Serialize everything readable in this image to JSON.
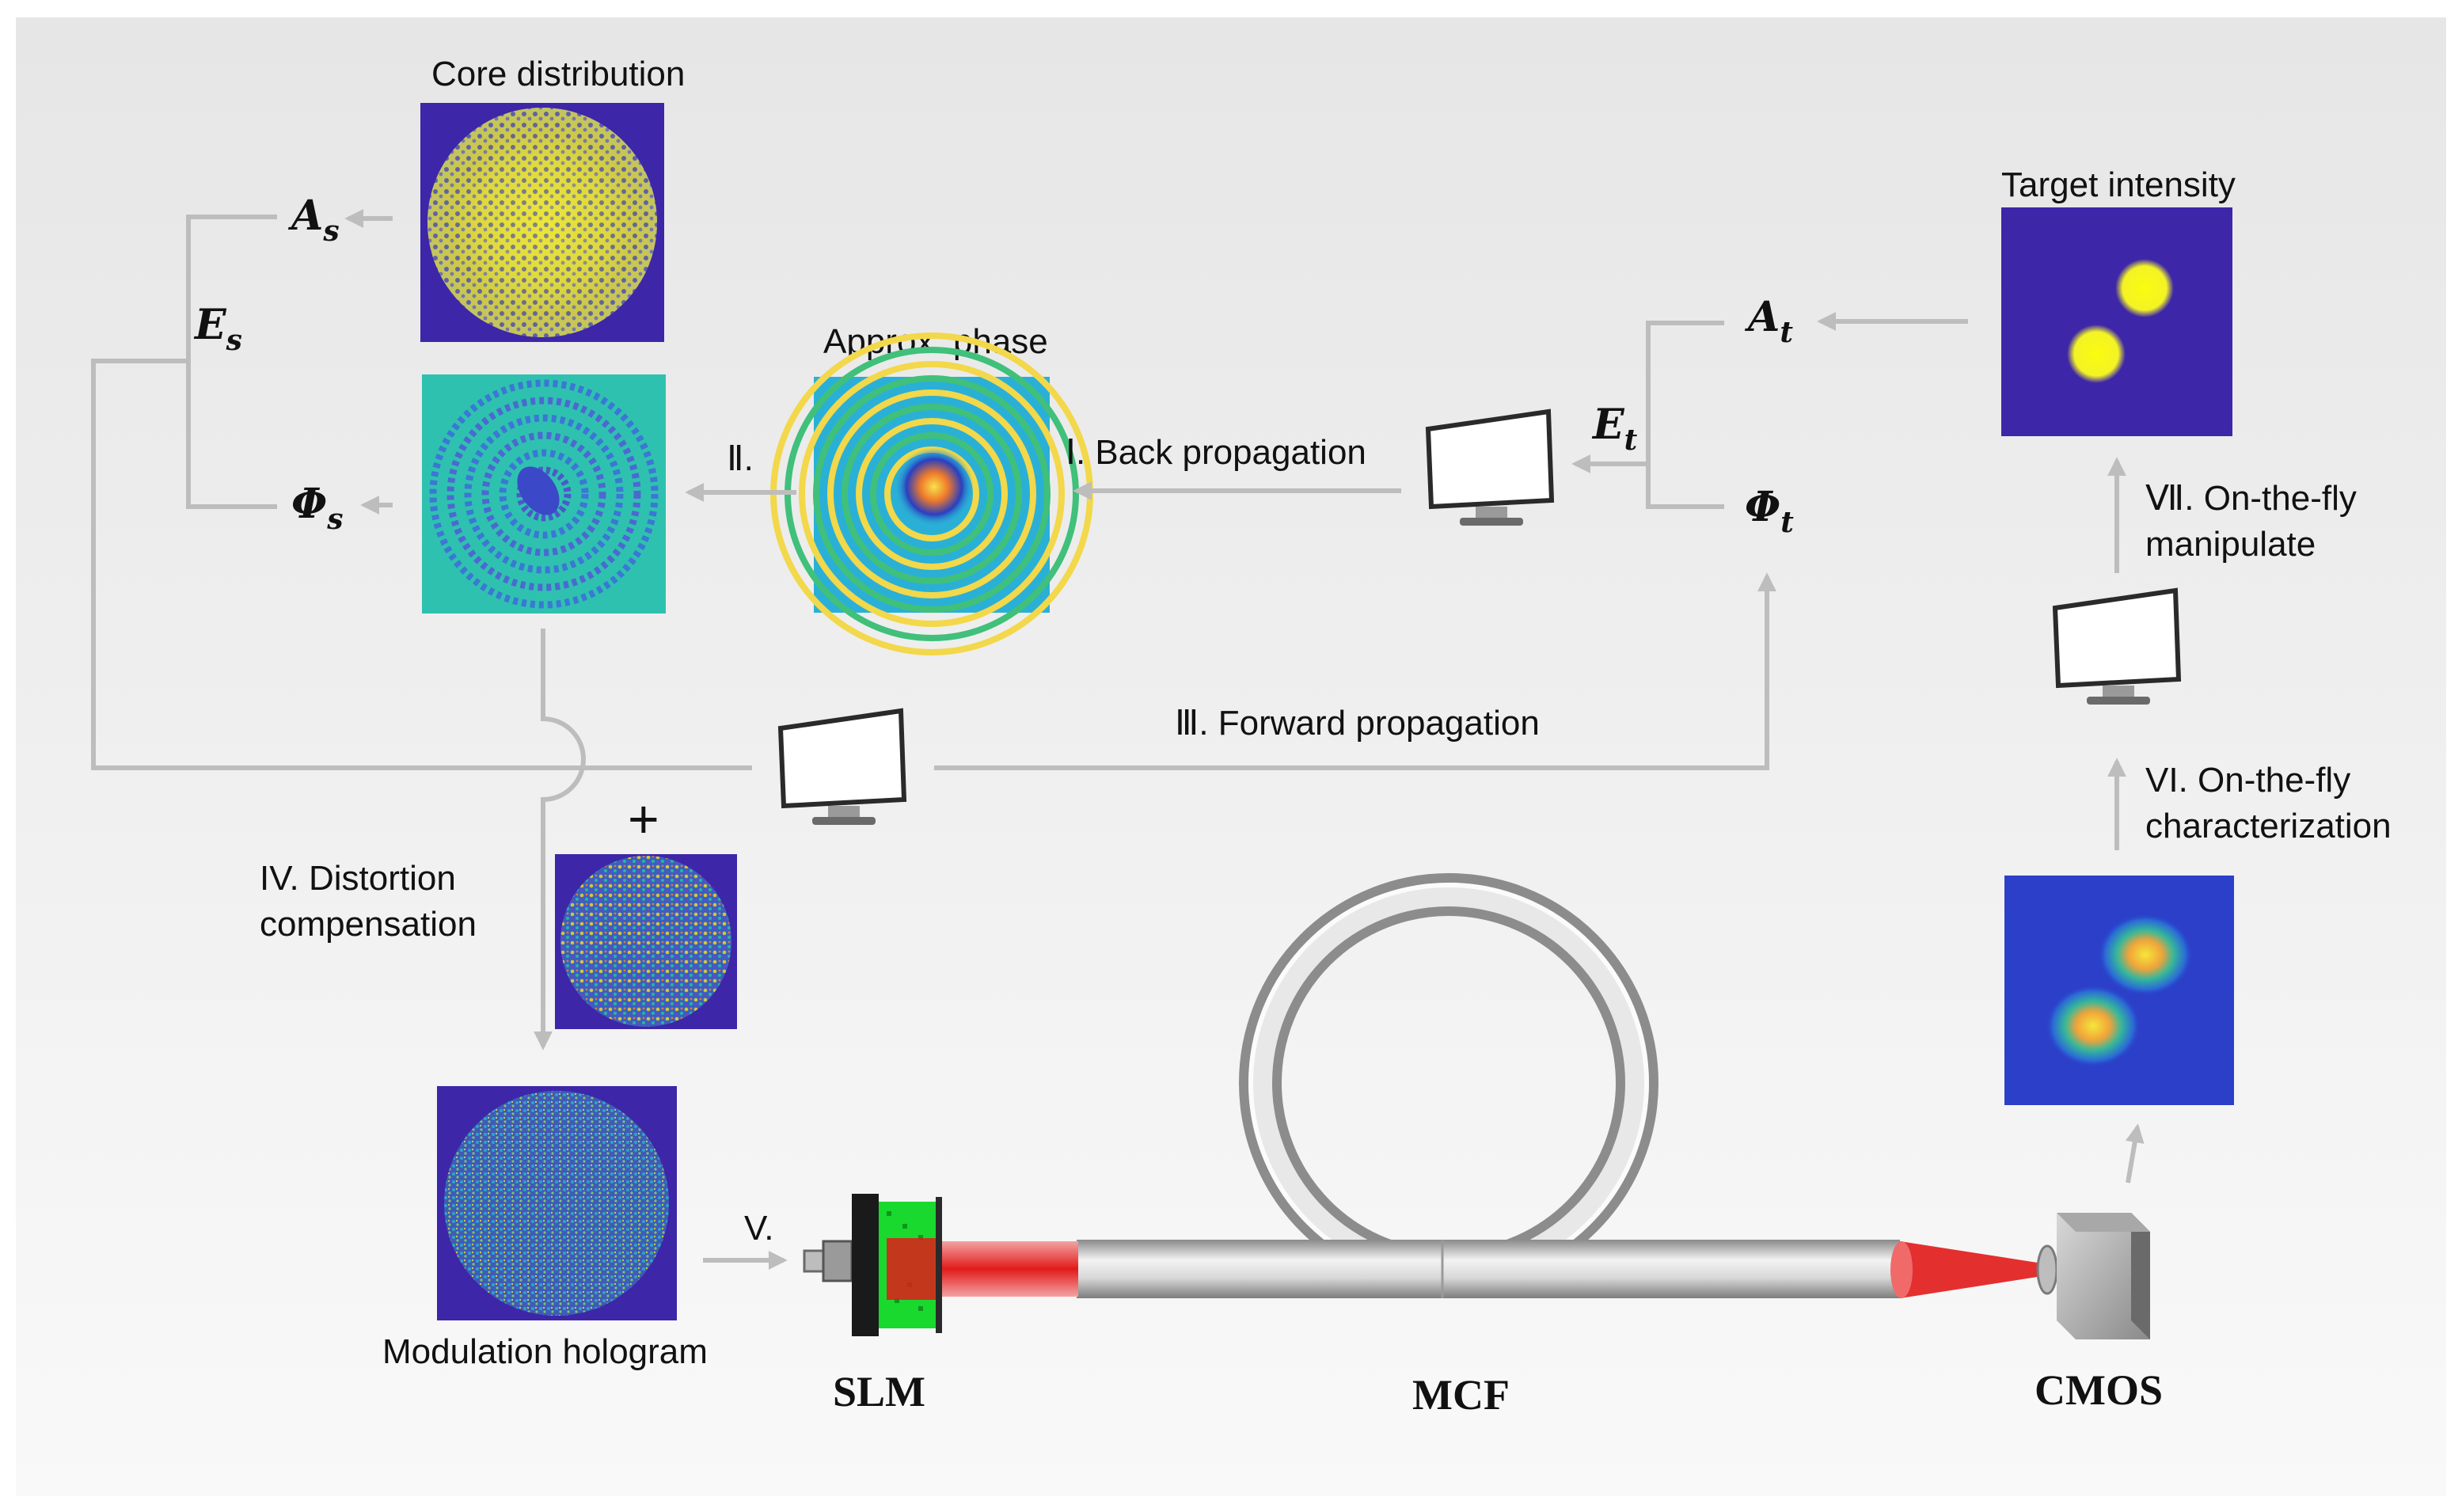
{
  "labels": {
    "core_distribution": "Core distribution",
    "approx_phase": "Approx. phase",
    "target_intensity": "Target intensity",
    "modulation_hologram": "Modulation hologram",
    "step_I": "Ⅰ. Back propagation",
    "step_II": "Ⅱ.",
    "step_III": "Ⅲ. Forward propagation",
    "step_IV_line1": "IV. Distortion",
    "step_IV_line2": "compensation",
    "step_V": "V.",
    "step_VI_line1": "VI. On-the-fly",
    "step_VI_line2": "characterization",
    "step_VII_line1": "Ⅶ. On-the-fly",
    "step_VII_line2": "manipulate",
    "plus": "+"
  },
  "variables": {
    "As": "A",
    "As_sub": "s",
    "Es": "E",
    "Es_sub": "s",
    "Phis": "Φ",
    "Phis_sub": "s",
    "At": "A",
    "At_sub": "t",
    "Et": "E",
    "Et_sub": "t",
    "Phit": "Φ",
    "Phit_sub": "t"
  },
  "devices": {
    "slm": "SLM",
    "mcf": "MCF",
    "cmos": "CMOS"
  },
  "colors": {
    "arrow": "#bdbdbd",
    "parula_dark": "#3d26a8",
    "parula_yellow": "#f9fb0e",
    "laser_red": "#e21a1a",
    "slm_green": "#19d92e",
    "fiber_gray": "#c8c8c8"
  }
}
